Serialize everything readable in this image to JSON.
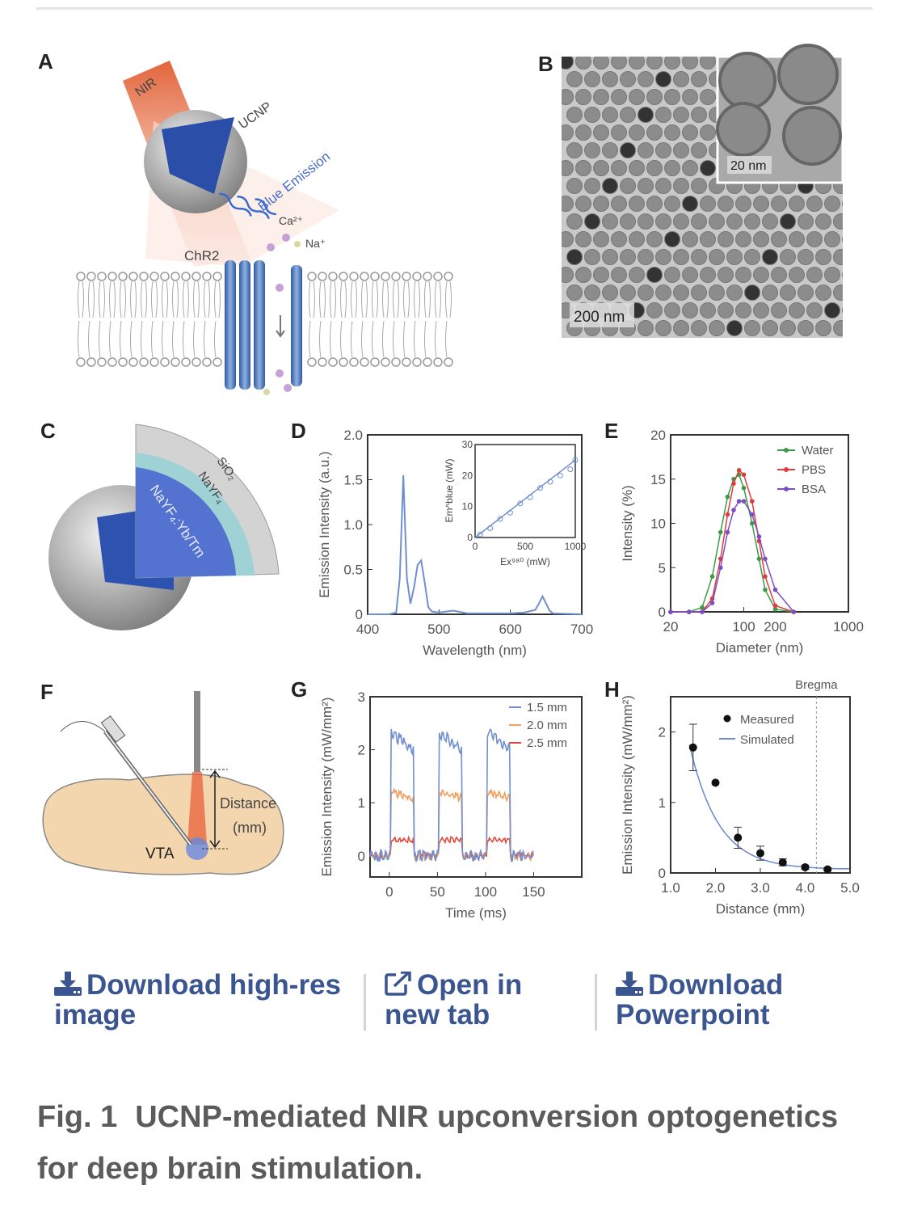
{
  "figure": {
    "panels": {
      "A": "A",
      "B": "B",
      "C": "C",
      "D": "D",
      "E": "E",
      "F": "F",
      "G": "G",
      "H": "H"
    },
    "panel_a": {
      "nir": "NIR",
      "ucnp": "UCNP",
      "blue_emission": "Blue Emission",
      "ca": "Ca²⁺",
      "na": "Na⁺",
      "chr2": "ChR2"
    },
    "panel_b": {
      "scale_main": "200 nm",
      "scale_inset": "20 nm"
    },
    "panel_c": {
      "sio2": "SiO₂",
      "nayf4": "NaYF₄",
      "core": "NaYF₄:Yb/Tm"
    },
    "panel_f": {
      "distance": "Distance",
      "mm": "(mm)",
      "vta": "VTA"
    }
  },
  "chart_data": [
    {
      "id": "D",
      "type": "line",
      "xlabel": "Wavelength (nm)",
      "ylabel": "Emission Intensity (a.u.)",
      "xlim": [
        400,
        700
      ],
      "ylim": [
        0,
        2.0
      ],
      "xticks": [
        "400",
        "500",
        "600",
        "700"
      ],
      "yticks": [
        "0",
        "0.5",
        "1.0",
        "1.5",
        "2.0"
      ],
      "x": [
        400,
        430,
        440,
        445,
        450,
        455,
        460,
        465,
        470,
        475,
        480,
        485,
        490,
        500,
        520,
        540,
        600,
        620,
        635,
        640,
        645,
        650,
        655,
        660,
        700
      ],
      "y": [
        0,
        0,
        0.02,
        0.4,
        1.55,
        0.4,
        0.12,
        0.3,
        0.55,
        0.6,
        0.35,
        0.08,
        0.03,
        0.02,
        0.04,
        0.01,
        0.01,
        0.02,
        0.05,
        0.12,
        0.2,
        0.12,
        0.04,
        0.01,
        0
      ],
      "color": "#6f8fd0",
      "inset": {
        "xlabel": "Ex⁹⁸⁰ (mW)",
        "ylabel": "Em^blue (mW)",
        "xticks": [
          "0",
          "500",
          "1000"
        ],
        "yticks": [
          "0",
          "10",
          "20",
          "30"
        ],
        "xlim": [
          0,
          1000
        ],
        "ylim": [
          0,
          30
        ],
        "x": [
          50,
          150,
          250,
          350,
          450,
          550,
          650,
          750,
          850,
          950,
          1000
        ],
        "y": [
          1,
          3,
          6,
          8,
          11,
          13,
          16,
          18,
          20,
          22,
          25
        ]
      }
    },
    {
      "id": "E",
      "type": "line",
      "xlabel": "Diameter (nm)",
      "ylabel": "Intensity (%)",
      "xscale": "log",
      "xlim": [
        20,
        1000
      ],
      "ylim": [
        0,
        20
      ],
      "xticks": [
        "20",
        "100",
        "200",
        "1000"
      ],
      "yticks": [
        "0",
        "5",
        "10",
        "15",
        "20"
      ],
      "legend": "top-right",
      "series": [
        {
          "name": "Water",
          "color": "#3c9a4a",
          "x": [
            20,
            30,
            40,
            50,
            60,
            70,
            80,
            90,
            100,
            120,
            140,
            160,
            200,
            300
          ],
          "y": [
            0,
            0,
            0.5,
            4,
            9,
            13,
            15,
            15.5,
            14,
            10,
            6,
            2.5,
            0.3,
            0
          ]
        },
        {
          "name": "PBS",
          "color": "#e03c3c",
          "x": [
            20,
            30,
            40,
            50,
            60,
            70,
            80,
            90,
            100,
            120,
            140,
            160,
            200,
            300
          ],
          "y": [
            0,
            0,
            0,
            1.5,
            6,
            11,
            14.5,
            16,
            15.5,
            12.5,
            8,
            4,
            0.7,
            0
          ]
        },
        {
          "name": "BSA",
          "color": "#7b4fc4",
          "x": [
            20,
            30,
            40,
            50,
            60,
            70,
            80,
            90,
            100,
            120,
            140,
            160,
            200,
            300
          ],
          "y": [
            0,
            0,
            0,
            1,
            5,
            9,
            11.5,
            12.5,
            12.5,
            11,
            8.5,
            6,
            2.5,
            0
          ]
        }
      ]
    },
    {
      "id": "G",
      "type": "line",
      "xlabel": "Time (ms)",
      "ylabel": "Emission Intensity (mW/mm²)",
      "xlim": [
        -20,
        200
      ],
      "ylim": [
        -0.4,
        3
      ],
      "xticks": [
        "0",
        "50",
        "100",
        "150"
      ],
      "yticks": [
        "0",
        "1",
        "2",
        "3"
      ],
      "legend": "top-right",
      "pulses": [
        [
          0,
          25
        ],
        [
          50,
          75
        ],
        [
          100,
          125
        ]
      ],
      "series": [
        {
          "name": "1.5 mm",
          "color": "#6f8fd0",
          "peak": 2.35,
          "end": 2.0
        },
        {
          "name": "2.0 mm",
          "color": "#f0a060",
          "peak": 1.2,
          "end": 1.1
        },
        {
          "name": "2.5 mm",
          "color": "#e04a3a",
          "peak": 0.3,
          "end": 0.3
        }
      ]
    },
    {
      "id": "H",
      "type": "scatter",
      "xlabel": "Distance (mm)",
      "ylabel": "Emission Intensity (mW/mm²)",
      "xlim": [
        1.0,
        5.0
      ],
      "ylim": [
        0,
        2.5
      ],
      "xticks": [
        "1.0",
        "2.0",
        "3.0",
        "4.0",
        "5.0"
      ],
      "yticks": [
        "0",
        "1",
        "2"
      ],
      "legend": "top-right",
      "annotation": "Bregma",
      "bregma_x": 4.25,
      "measured": {
        "name": "Measured",
        "x": [
          1.5,
          2.0,
          2.5,
          3.0,
          3.5,
          4.0,
          4.5
        ],
        "y": [
          1.78,
          1.28,
          0.5,
          0.28,
          0.15,
          0.08,
          0.05
        ],
        "err": [
          0.33,
          0,
          0.15,
          0.1,
          0.05,
          0.03,
          0.02
        ]
      },
      "simulated": {
        "name": "Simulated",
        "color": "#6f8fd0"
      }
    }
  ],
  "actions": {
    "download_image": "Download high-res image",
    "open_tab": "Open in new tab",
    "download_ppt": "Download Powerpoint"
  },
  "caption": {
    "number": "Fig. 1",
    "text": "UCNP-mediated NIR upconversion optogenetics for deep brain stimulation."
  }
}
